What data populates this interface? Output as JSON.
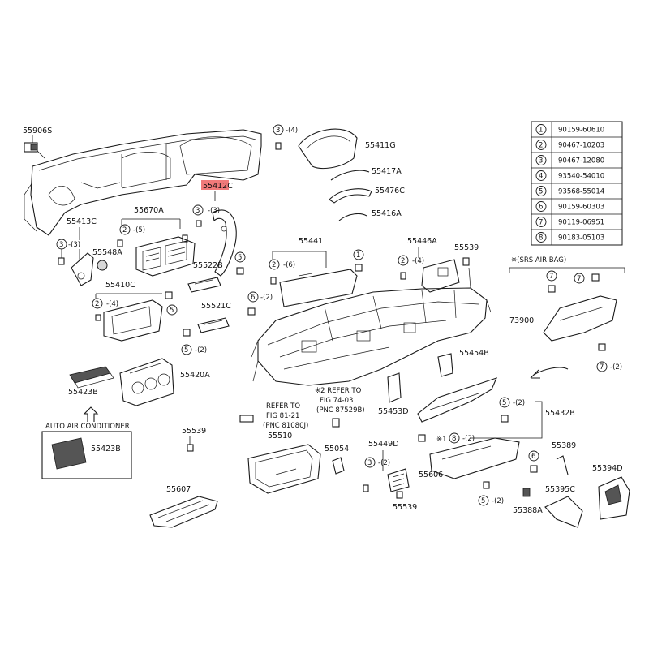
{
  "table": [
    {
      "n": "1",
      "pn": "90159-60610"
    },
    {
      "n": "2",
      "pn": "90467-10203"
    },
    {
      "n": "3",
      "pn": "90467-12080"
    },
    {
      "n": "4",
      "pn": "93540-54010"
    },
    {
      "n": "5",
      "pn": "93568-55014"
    },
    {
      "n": "6",
      "pn": "90159-60303"
    },
    {
      "n": "7",
      "pn": "90119-06951"
    },
    {
      "n": "8",
      "pn": "90183-05103"
    }
  ],
  "labels": {
    "p55906s": "55906S",
    "p55413c": "55413C",
    "p55548a": "55548A",
    "p55670a": "55670A",
    "p55412c": "55412C",
    "p55522b": "55522B",
    "p55410c": "55410C",
    "p55521c": "55521C",
    "p55420a": "55420A",
    "p55423b": "55423B",
    "p55423b_2": "55423B",
    "p55539_a": "55539",
    "p55607": "55607",
    "p55411g": "55411G",
    "p55417a": "55417A",
    "p55476c": "55476C",
    "p55416a": "55416A",
    "p55441": "55441",
    "p55446a": "55446A",
    "p55539_b": "55539",
    "p55454b": "55454B",
    "p55453d": "55453D",
    "p55510": "55510",
    "p55054": "55054",
    "p55449d": "55449D",
    "p55539_c": "55539",
    "p55606": "55606",
    "p55432b": "55432B",
    "p55389": "55389",
    "p55394d": "55394D",
    "p55395c": "55395C",
    "p55388a": "55388A",
    "p73900": "73900",
    "srs": "※(SRS AIR BAG)",
    "auto_ac": "AUTO AIR CONDITIONER",
    "ref1_a": "REFER TO",
    "ref1_b": "FIG 81-21",
    "ref1_c": "(PNC 81080J)",
    "ref2_a": "※2 REFER TO",
    "ref2_b": "FIG 74-03",
    "ref2_c": "(PNC 87529B)",
    "mark1": "※1"
  },
  "callouts": {
    "c4": "-(4)",
    "c5": "-(5)",
    "c3a": "-(3)",
    "c3b": "-(3)",
    "c4b": "-(4)",
    "c6": "-(6)",
    "c4c": "-(4)",
    "c2a": "-(2)",
    "c2b": "-(2)",
    "c2c": "-(2)",
    "c2d": "-(2)",
    "c2e": "-(2)",
    "c2f": "-(2)",
    "c2g": "-(2)"
  },
  "colors": {
    "highlight": "#f07a7a",
    "line": "#1a1a1a"
  }
}
